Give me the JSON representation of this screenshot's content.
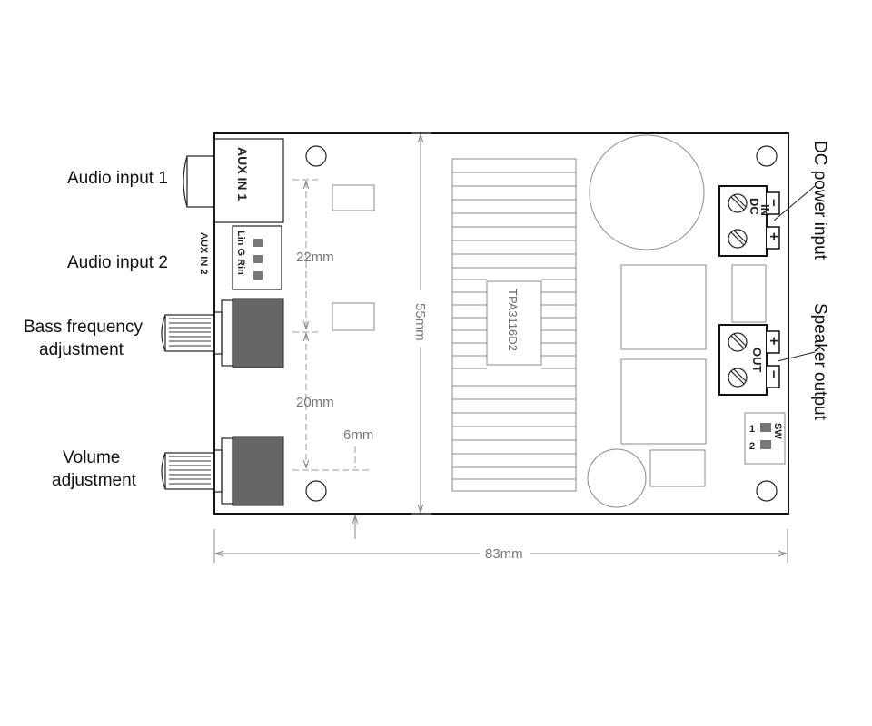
{
  "labels": {
    "audio_input_1": "Audio input 1",
    "audio_input_2": "Audio input 2",
    "bass_line1": "Bass frequency",
    "bass_line2": "adjustment",
    "volume_line1": "Volume",
    "volume_line2": "adjustment",
    "dc_power_input": "DC power input",
    "speaker_output": "Speaker output"
  },
  "board": {
    "aux_in_1": "AUX IN 1",
    "aux_in_2": "AUX IN 2",
    "pin_labels": "Lin G Rin",
    "chip": "TPA3116D2",
    "dc_in_line1": "DC",
    "dc_in_line2": "IN",
    "out": "OUT",
    "plus": "+",
    "minus": "−",
    "sw_label": "SW",
    "sw_1": "1",
    "sw_2": "2"
  },
  "dimensions": {
    "d22": "22mm",
    "d20": "20mm",
    "d6": "6mm",
    "d55": "55mm",
    "d83": "83mm"
  },
  "colors": {
    "line": "#222222",
    "pot_body": "#666666",
    "dimension": "#999999"
  }
}
